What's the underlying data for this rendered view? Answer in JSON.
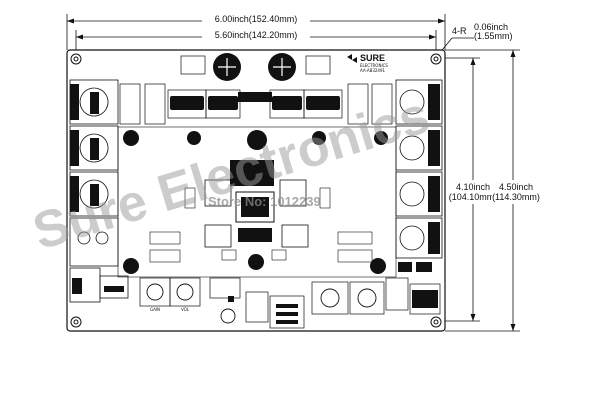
{
  "dimensions": {
    "outer_width_label": "6.00inch(152.40mm)",
    "inner_width_label": "5.60inch(142.20mm)",
    "hole_label_ref": "4-R",
    "hole_label_inch": "0.06inch",
    "hole_label_mm": "(1.55mm)",
    "inner_height_inch": "4.10inch",
    "inner_height_mm": "(104.10mm)",
    "outer_height_inch": "4.50inch",
    "outer_height_mm": "(114.30mm)"
  },
  "board": {
    "logo_text": "SURE",
    "logo_sub": "ELECTRONICS",
    "model": "AA-AB32491",
    "pot_labels": [
      "GAIN",
      "VOL"
    ]
  },
  "watermark": {
    "store_text": "Store No: 1012239",
    "brand_text": "Sure Electronics"
  },
  "colors": {
    "line": "#111111",
    "watermark": "#9a9a9a"
  }
}
